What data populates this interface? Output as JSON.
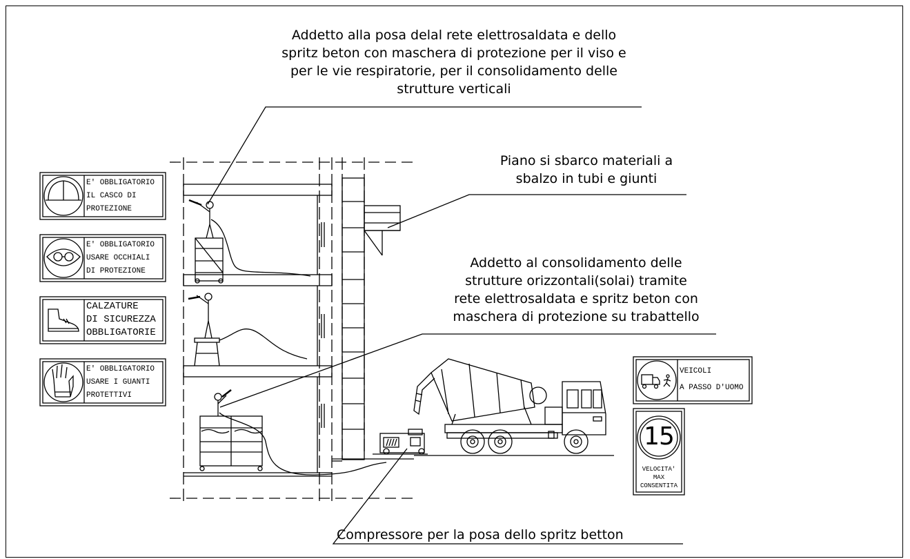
{
  "callouts": {
    "shotcrete_vertical": {
      "lines": [
        "Addetto alla posa delal rete elettrosaldata e dello",
        "spritz beton con maschera di protezione per il viso e",
        "per le vie respiratorie, per il consolidamento delle",
        "strutture verticali"
      ]
    },
    "landing_platform": {
      "lines": [
        "Piano si sbarco materiali a",
        "sbalzo in tubi e giunti"
      ]
    },
    "shotcrete_horizontal": {
      "lines": [
        "Addetto al consolidamento delle",
        "strutture orizzontali(solai) tramite",
        "rete elettrosaldata e spritz beton con",
        "maschera di protezione su trabattello"
      ]
    },
    "compressor": {
      "lines": [
        "Compressore per la posa dello spritz betton"
      ]
    }
  },
  "signs": {
    "helmet": {
      "icon": "helmet-icon",
      "lines": [
        "E' OBBLIGATORIO",
        "IL CASCO DI",
        "PROTEZIONE"
      ]
    },
    "goggles": {
      "icon": "goggles-icon",
      "lines": [
        "E' OBBLIGATORIO",
        "USARE OCCHIALI",
        "DI PROTEZIONE"
      ]
    },
    "shoes": {
      "icon": "boot-icon",
      "lines": [
        "CALZATURE",
        "DI SICUREZZA",
        "OBBLIGATORIE"
      ]
    },
    "gloves": {
      "icon": "glove-icon",
      "lines": [
        "E' OBBLIGATORIO",
        "USARE I GUANTI",
        "PROTETTIVI"
      ]
    },
    "vehicles": {
      "icon": "truck-pedestrian-icon",
      "lines": [
        "VEICOLI",
        "A PASSO D'UOMO"
      ]
    },
    "speed": {
      "icon": "speed-limit-icon",
      "limit": "15",
      "lines": [
        "VELOCITA'",
        "MAX",
        "CONSENTITA"
      ]
    }
  }
}
